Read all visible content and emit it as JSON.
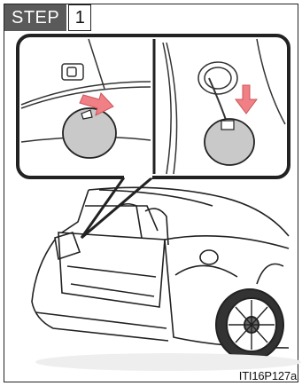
{
  "step": {
    "label": "STEP",
    "number": "1"
  },
  "figure_code": "ITI16P127a",
  "colors": {
    "step_bg": "#5a5a5a",
    "arrow": "#f07f86",
    "cap_fill": "#c9c9c9",
    "line": "#222222"
  },
  "icons": [
    "push-arrow-icon",
    "pull-arrow-icon"
  ]
}
